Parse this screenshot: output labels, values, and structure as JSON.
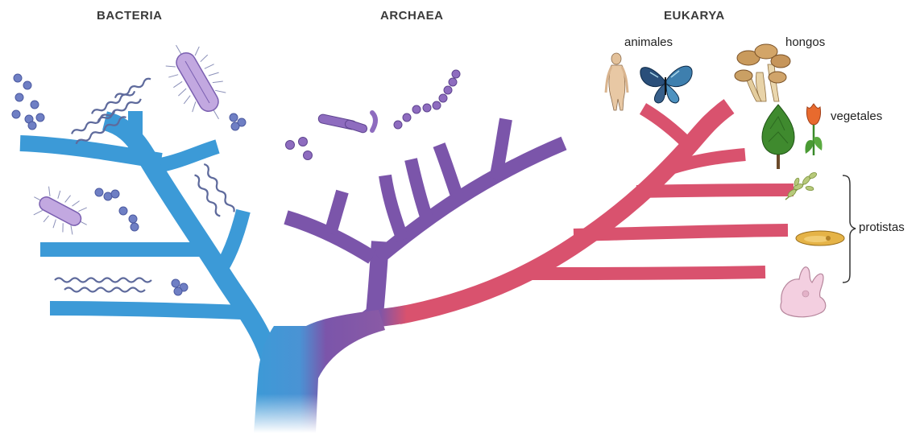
{
  "domains": {
    "bacteria": "BACTERIA",
    "archaea": "ARCHAEA",
    "eukarya": "EUKARYA"
  },
  "groups": {
    "animales": "animales",
    "hongos": "hongos",
    "vegetales": "vegetales",
    "protistas": "protistas"
  },
  "colors": {
    "bacteria": "#3c9ad7",
    "archaea": "#7b55aa",
    "eukarya": "#d9526e",
    "microbe_bacteria": "#6f7fc4",
    "microbe_archaea": "#8e6cbf"
  },
  "icons": {
    "human": "human-figure-icon",
    "butterfly": "butterfly-icon",
    "mushrooms": "mushroom-cluster-icon",
    "tree": "tree-icon",
    "flower": "tulip-icon",
    "algae": "algae-icon",
    "paramecium": "paramecium-icon",
    "amoeba": "amoeba-icon"
  }
}
